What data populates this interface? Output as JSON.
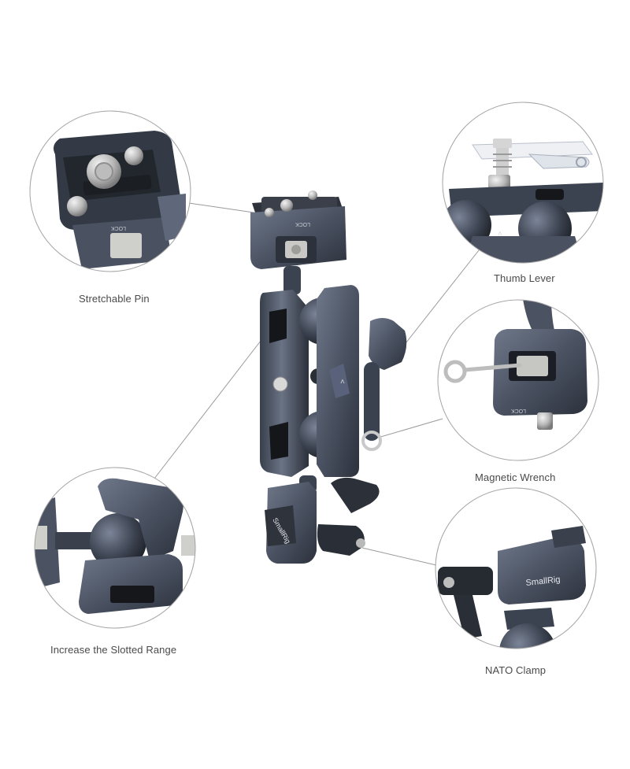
{
  "callouts": [
    {
      "label": "Stretchable Pin"
    },
    {
      "label": "Thumb Lever"
    },
    {
      "label": "Magnetic Wrench"
    },
    {
      "label": "Increase the Slotted Range"
    },
    {
      "label": "NATO Clamp"
    }
  ],
  "engravings": {
    "lock": "LOCK",
    "brand": "SmallRig"
  },
  "colors": {
    "metal": "#4b5363",
    "metal_dark": "#2c313b",
    "metal_light": "#6c7588",
    "callout_line": "#9a9a9a",
    "caption": "#4a4a4a"
  }
}
